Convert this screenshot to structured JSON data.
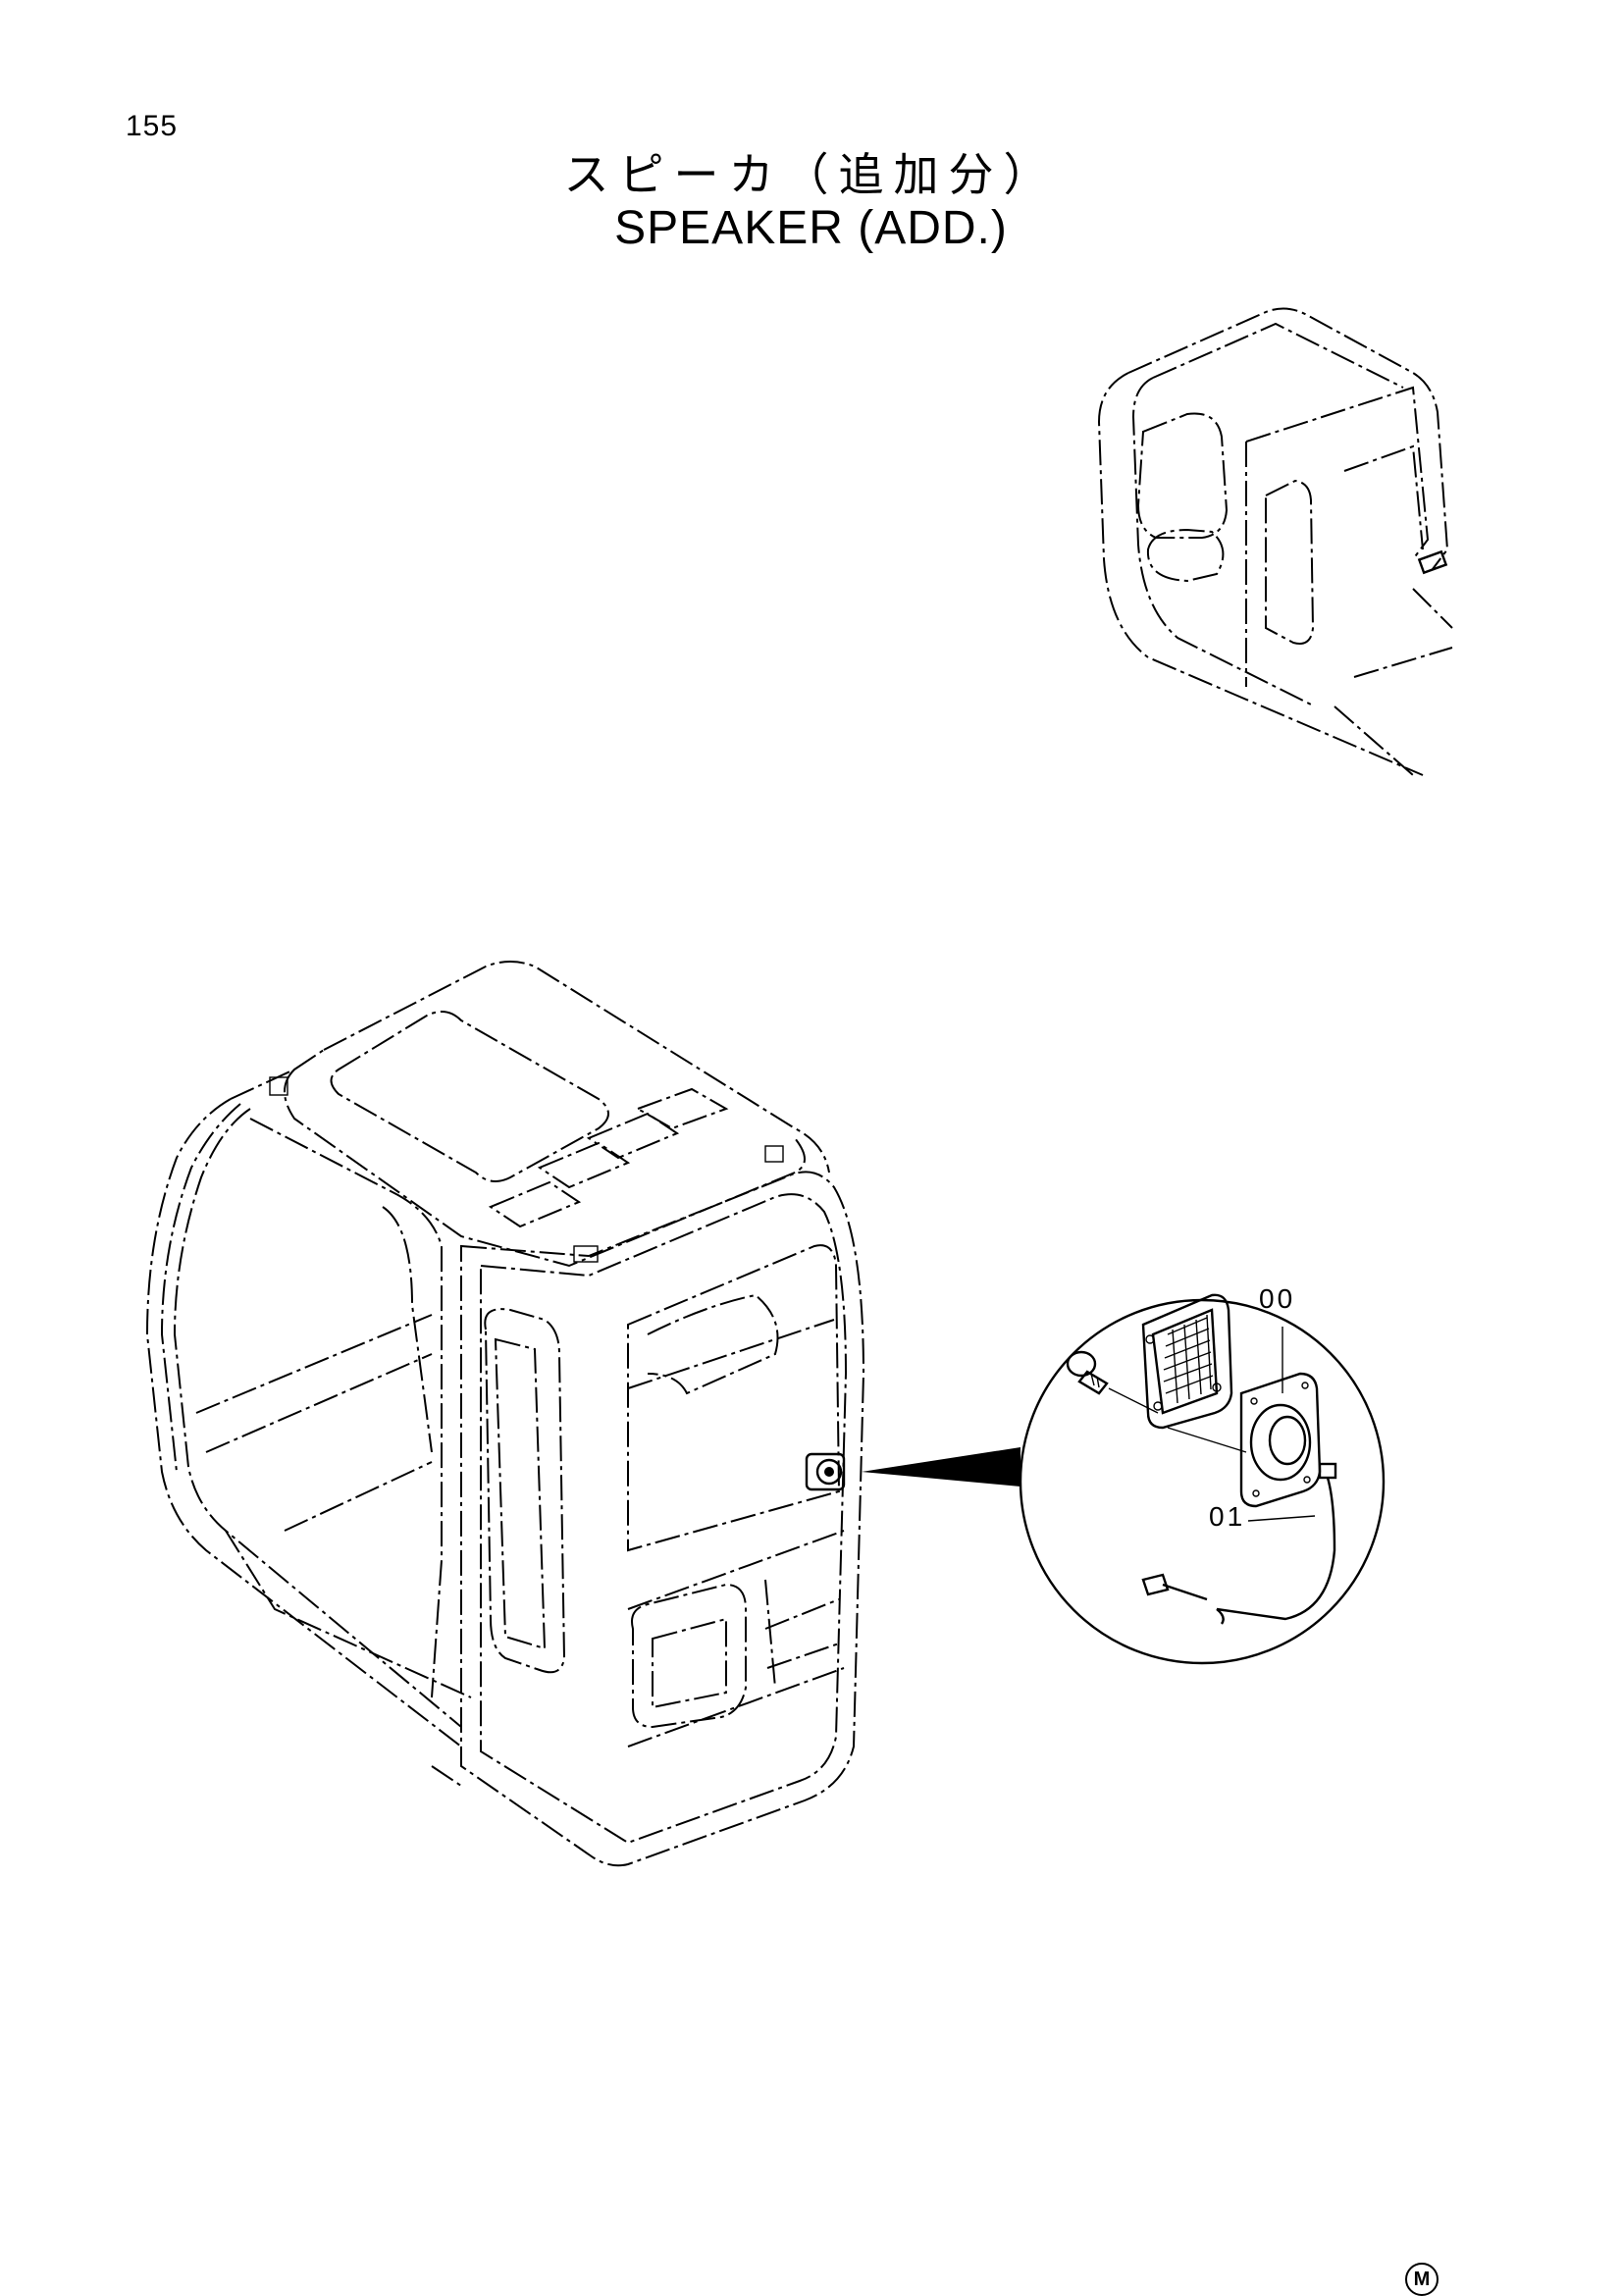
{
  "page": {
    "number": "155",
    "title_ja": "スピーカ（追加分）",
    "title_en": "SPEAKER (ADD.)"
  },
  "callouts": [
    {
      "id": "00",
      "label": "00",
      "part": "speaker"
    },
    {
      "id": "01",
      "label": "01",
      "part": "harness"
    }
  ],
  "mark": "M",
  "icons": {
    "small_cab": "cab-location-icon",
    "large_cab": "cab-frame-icon",
    "detail": "speaker-detail-icon",
    "mark": "circled-m-icon"
  }
}
